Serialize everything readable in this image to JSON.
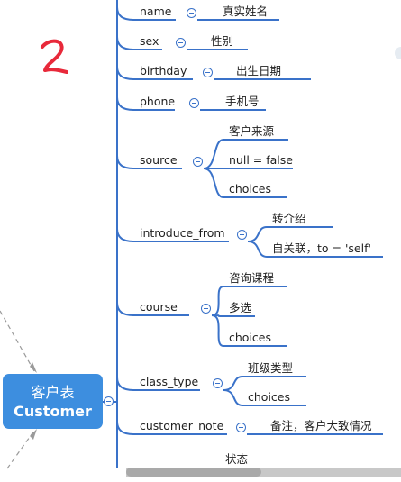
{
  "annotation": {
    "handwritten_mark": "2",
    "color": "#e8293a"
  },
  "root": {
    "line1": "客户表",
    "line2": "Customer"
  },
  "fields": [
    {
      "name": "name",
      "children": [
        "真实姓名"
      ]
    },
    {
      "name": "sex",
      "children": [
        "性别"
      ]
    },
    {
      "name": "birthday",
      "children": [
        "出生日期"
      ]
    },
    {
      "name": "phone",
      "children": [
        "手机号"
      ]
    },
    {
      "name": "source",
      "children": [
        "客户来源",
        "null = false",
        "choices"
      ]
    },
    {
      "name": "introduce_from",
      "children": [
        "转介绍",
        "自关联，to = 'self'"
      ]
    },
    {
      "name": "course",
      "children": [
        "咨询课程",
        "多选",
        "choices"
      ]
    },
    {
      "name": "class_type",
      "children": [
        "班级类型",
        "choices"
      ]
    },
    {
      "name": "customer_note",
      "children": [
        "备注，客户大致情况"
      ]
    }
  ],
  "trailing_label": "状态",
  "colors": {
    "branch": "#3a72c9",
    "root": "#3d8edf",
    "dashed": "#9a9a9a"
  }
}
